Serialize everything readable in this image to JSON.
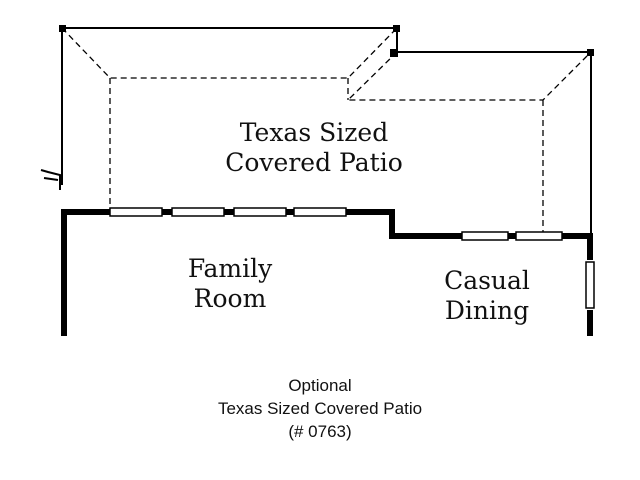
{
  "rooms": {
    "patio": {
      "line1": "Texas Sized",
      "line2": "Covered Patio"
    },
    "family_room": {
      "line1": "Family",
      "line2": "Room"
    },
    "casual_dining": {
      "line1": "Casual",
      "line2": "Dining"
    }
  },
  "caption": {
    "line1": "Optional",
    "line2": "Texas Sized Covered Patio",
    "line3": "(# 0763)"
  },
  "colors": {
    "wall": "#000000",
    "background": "#ffffff"
  }
}
